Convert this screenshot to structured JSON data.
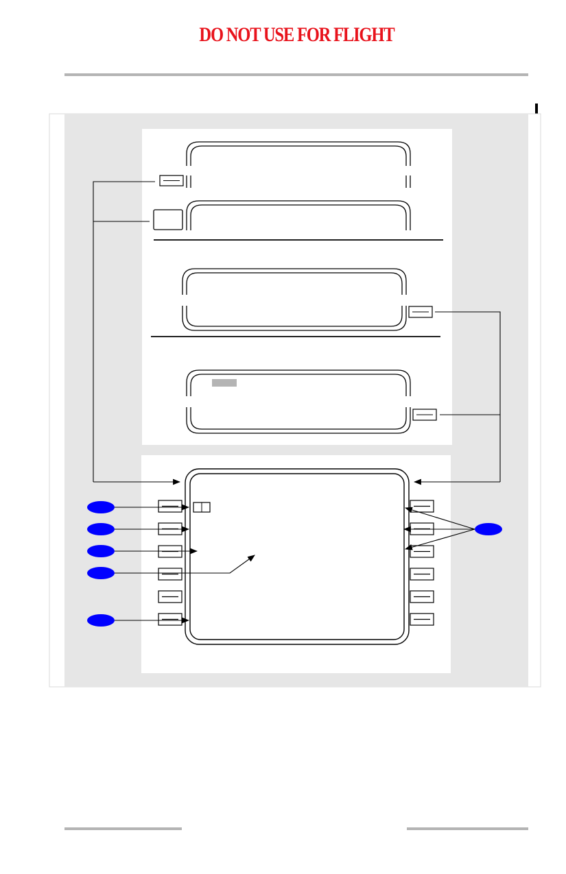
{
  "header": {
    "warning_text": "DO NOT USE FOR FLIGHT",
    "warning_color": "#e8121b"
  },
  "colors": {
    "figure_background": "#e6e6e6",
    "panel_background": "#ffffff",
    "callout_fill": "#0000ff",
    "outline": "#000000",
    "rule": "#b4b4b4",
    "highlight_block": "#b4b4b4"
  },
  "figure": {
    "callouts_left_count": 5,
    "callouts_right_count": 1,
    "left_line_select_keys": 6,
    "right_line_select_keys": 6
  }
}
